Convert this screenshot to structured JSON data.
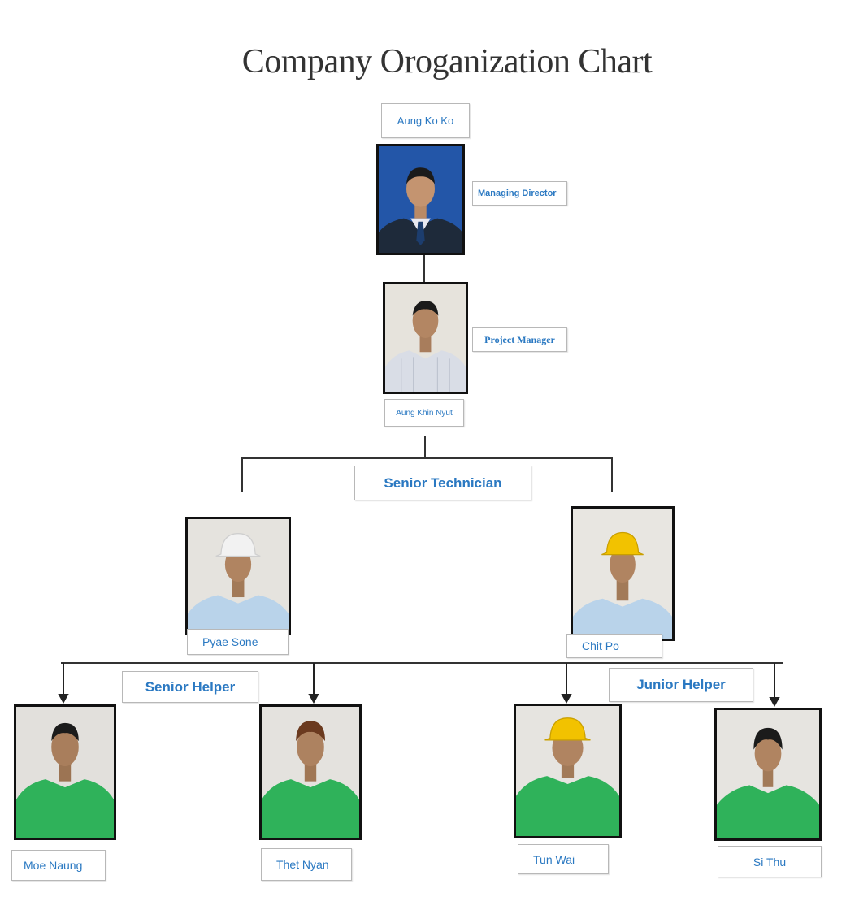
{
  "title": "Company Oroganization Chart",
  "people": {
    "md": {
      "name": "Aung Ko Ko",
      "role": "Managing Director"
    },
    "pm": {
      "name": "Aung Khin Nyut",
      "role": "Project Manager"
    },
    "tech1": {
      "name": "Pyae Sone"
    },
    "tech2": {
      "name": "Chit Po"
    },
    "h1": {
      "name": "Moe Naung"
    },
    "h2": {
      "name": "Thet Nyan"
    },
    "h3": {
      "name": "Tun Wai"
    },
    "h4": {
      "name": "Si Thu"
    }
  },
  "groups": {
    "senior_technician": "Senior Technician",
    "senior_helper": "Senior Helper",
    "junior_helper": "Junior Helper"
  },
  "colors": {
    "label_text": "#2b79c2",
    "suit": "#1e2a3a",
    "photo_bg_md": "#2356a8",
    "light_shirt": "#b9d3ea",
    "green_shirt": "#2fb25a",
    "white_helmet": "#f2f2f2",
    "yellow_helmet": "#f2c200"
  }
}
